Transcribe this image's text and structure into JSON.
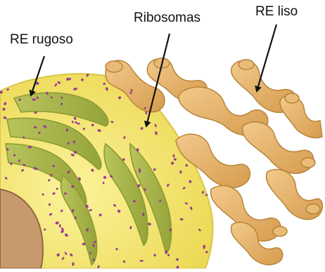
{
  "labels": {
    "rough_er": "RE rugoso",
    "ribosomes": "Ribosomas",
    "smooth_er": "RE liso"
  },
  "colors": {
    "cytoplasm": "#f5ec6a",
    "cytoplasm_edge": "#d9c64a",
    "cisterna_fill": "#a9b94a",
    "cisterna_edge": "#8a9a2e",
    "ribosome": "#9a3c8e",
    "smooth_er_fill": "#e3b166",
    "smooth_er_edge": "#b78439",
    "nucleus": "#c79a6e",
    "nucleus_edge": "#8c6645",
    "arrow": "#111111"
  },
  "icons": {
    "pointer": "arrow-icon"
  }
}
